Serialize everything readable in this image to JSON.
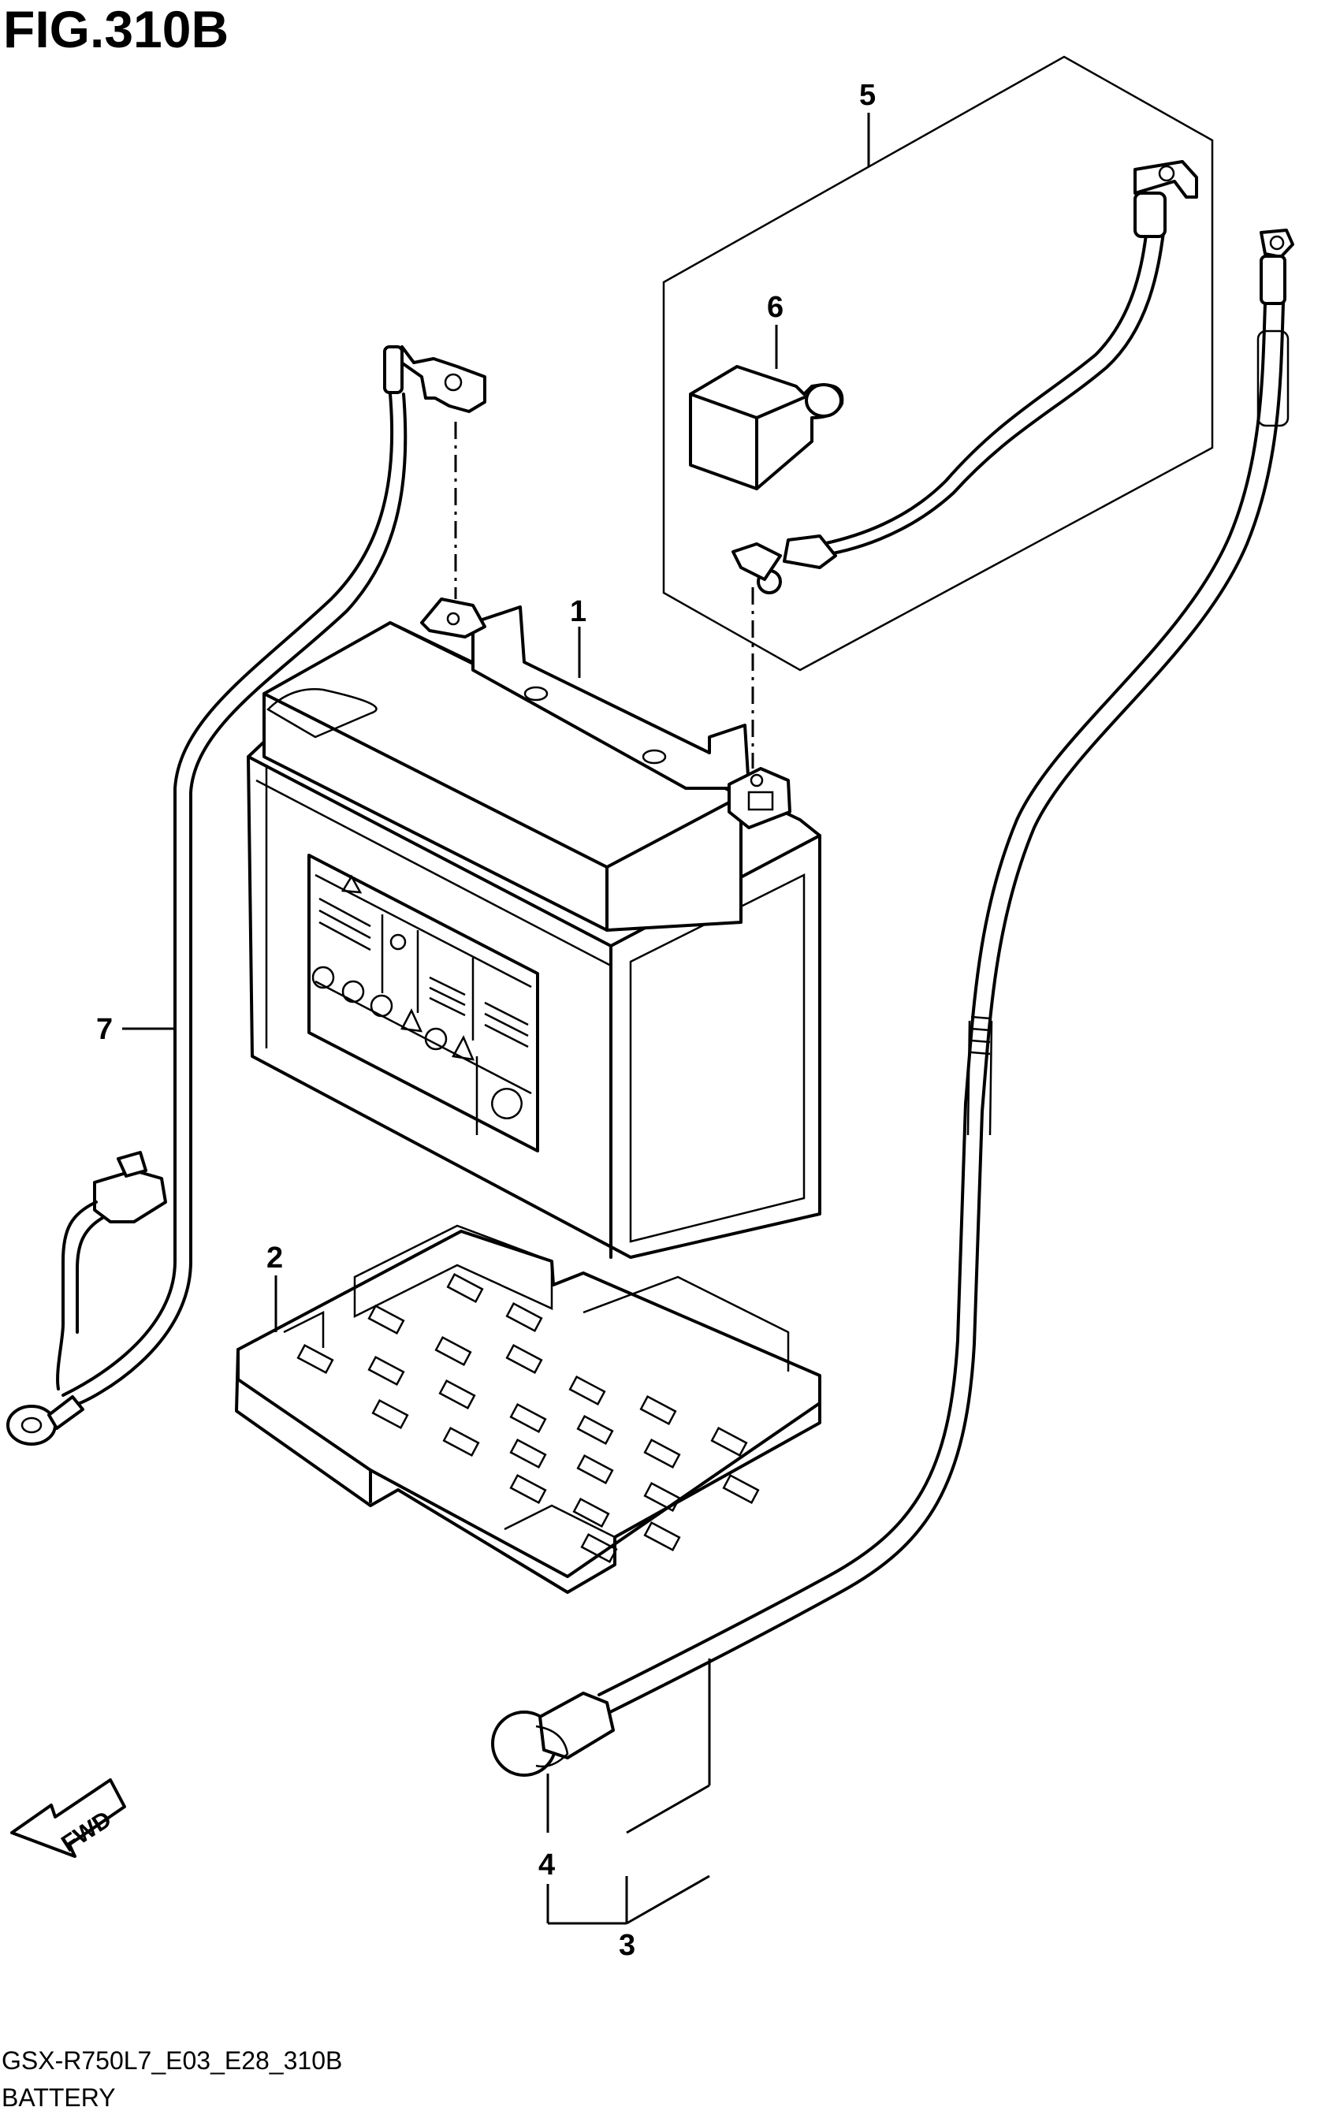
{
  "figure": {
    "title": "FIG.310B"
  },
  "callouts": [
    {
      "id": "1",
      "label": "1"
    },
    {
      "id": "2",
      "label": "2"
    },
    {
      "id": "3",
      "label": "3"
    },
    {
      "id": "4",
      "label": "4"
    },
    {
      "id": "5",
      "label": "5"
    },
    {
      "id": "6",
      "label": "6"
    },
    {
      "id": "7",
      "label": "7"
    }
  ],
  "direction_marker": {
    "label": "FWD",
    "icon": "fwd-arrow-icon"
  },
  "footer": {
    "code": "GSX-R750L7_E03_E28_310B",
    "caption": "BATTERY"
  }
}
